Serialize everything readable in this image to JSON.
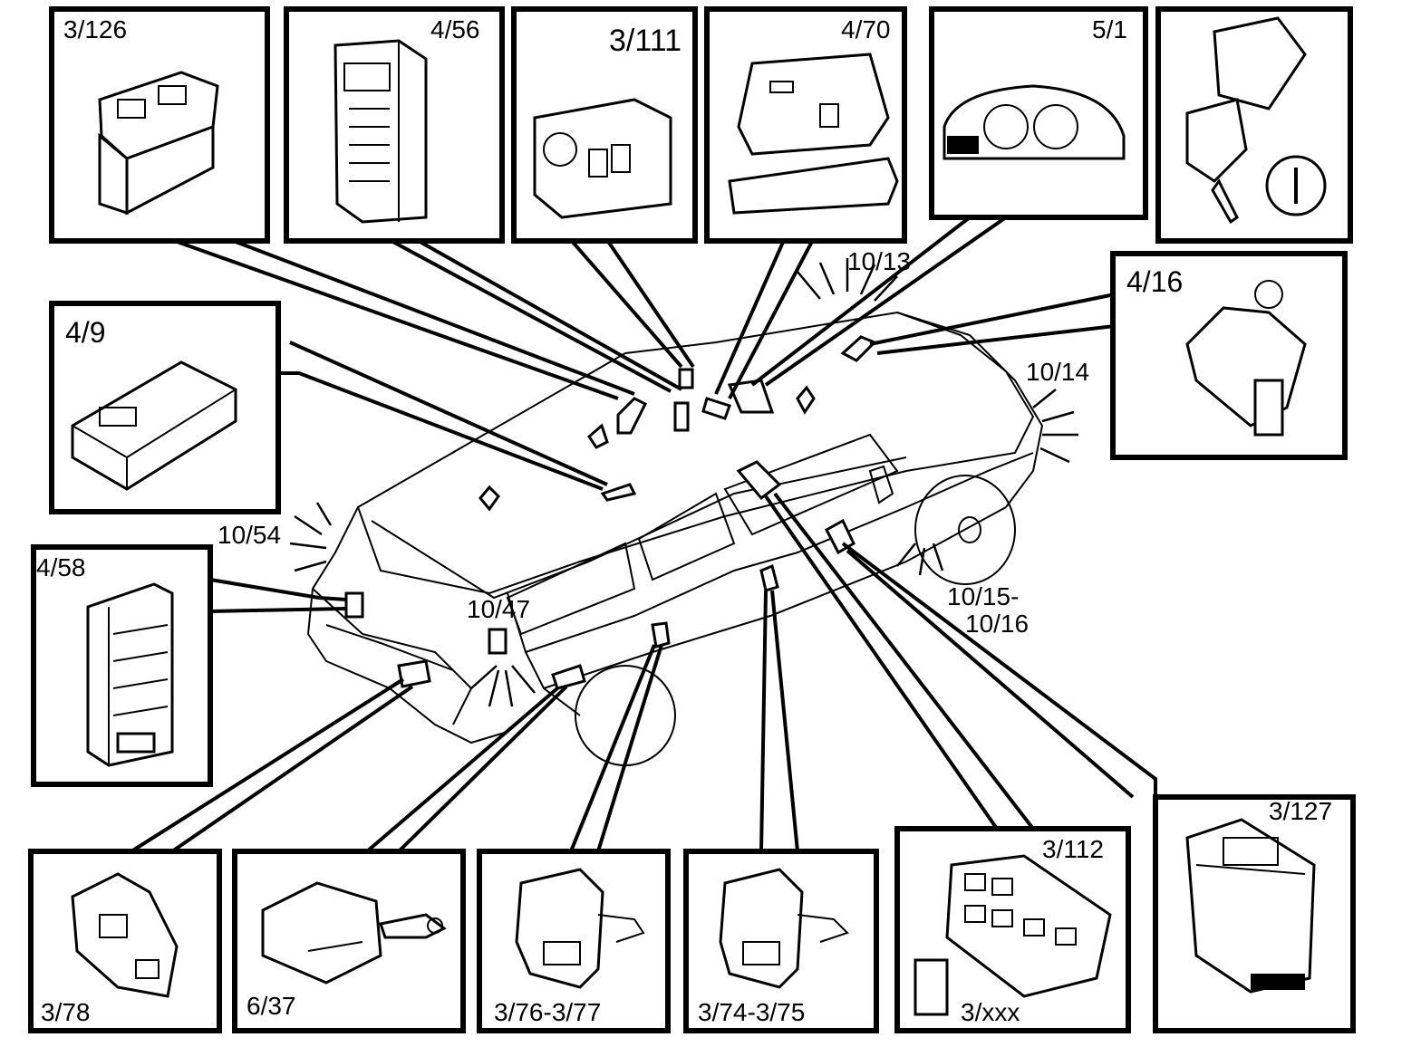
{
  "labels": {
    "p3_126": "3/126",
    "p4_56": "4/56",
    "p3_111": "3/111",
    "p4_70": "4/70",
    "p5_1": "5/1",
    "p4_16": "4/16",
    "p4_9": "4/9",
    "p4_58": "4/58",
    "p3_78": "3/78",
    "p6_37": "6/37",
    "p3_76": "3/76-3/77",
    "p3_74": "3/74-3/75",
    "p3_112": "3/112",
    "p3_xxx": "3/xxx",
    "p3_127": "3/127",
    "l10_13": "10/13",
    "l10_14": "10/14",
    "l10_54": "10/54",
    "l10_47": "10/47",
    "l10_15": "10/15-",
    "l10_16": "10/16"
  }
}
